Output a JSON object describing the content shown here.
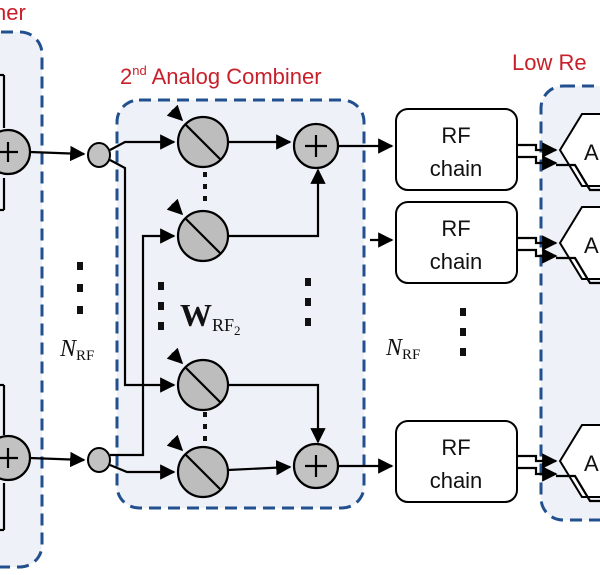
{
  "labels": {
    "left_block_partial": "ner",
    "analog_combiner_prefix": "2",
    "analog_combiner_sup": "nd",
    "analog_combiner_suffix": " Analog Combiner",
    "low_res_partial": "Low Re"
  },
  "rf_chains": [
    {
      "line1": "RF",
      "line2": "chain"
    },
    {
      "line1": "RF",
      "line2": "chain"
    },
    {
      "line1": "RF",
      "line2": "chain"
    }
  ],
  "math": {
    "weight_main": "W",
    "weight_sub": "RF",
    "weight_subsub": "2",
    "nrf_left_main": "N",
    "nrf_left_sub": "RF",
    "nrf_right_main": "N",
    "nrf_right_sub": "RF"
  },
  "adc_partial_label": "A",
  "colors": {
    "group_border": "#22508f",
    "group_fill": "#eef1f7",
    "title_red": "#c8202a",
    "component_gray": "#c2c2c2"
  }
}
